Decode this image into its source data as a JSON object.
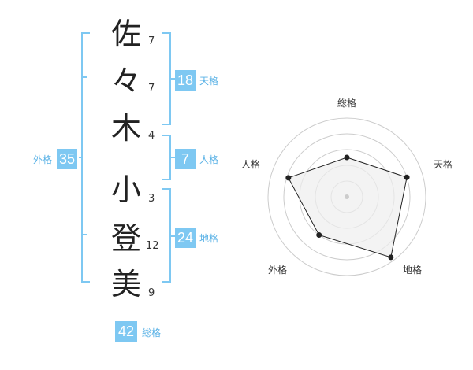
{
  "name": {
    "characters": [
      {
        "char": "佐",
        "strokes": "7"
      },
      {
        "char": "々",
        "strokes": "7"
      },
      {
        "char": "木",
        "strokes": "4"
      },
      {
        "char": "小",
        "strokes": "3"
      },
      {
        "char": "登",
        "strokes": "12"
      },
      {
        "char": "美",
        "strokes": "9"
      }
    ]
  },
  "kaku": {
    "tenkaku": {
      "value": "18",
      "label": "天格"
    },
    "jinkaku": {
      "value": "7",
      "label": "人格"
    },
    "chikaku": {
      "value": "24",
      "label": "地格"
    },
    "gaikaku": {
      "value": "35",
      "label": "外格"
    },
    "soukaku": {
      "value": "42",
      "label": "総格"
    }
  },
  "radar": {
    "axes": [
      "総格",
      "天格",
      "地格",
      "外格",
      "人格"
    ],
    "values": [
      0.5,
      0.8,
      0.95,
      0.6,
      0.78
    ],
    "accent": "#7ec8f2",
    "grid_color": "#cccccc",
    "fill_color": "#eeeeee",
    "line_color": "#222222"
  }
}
